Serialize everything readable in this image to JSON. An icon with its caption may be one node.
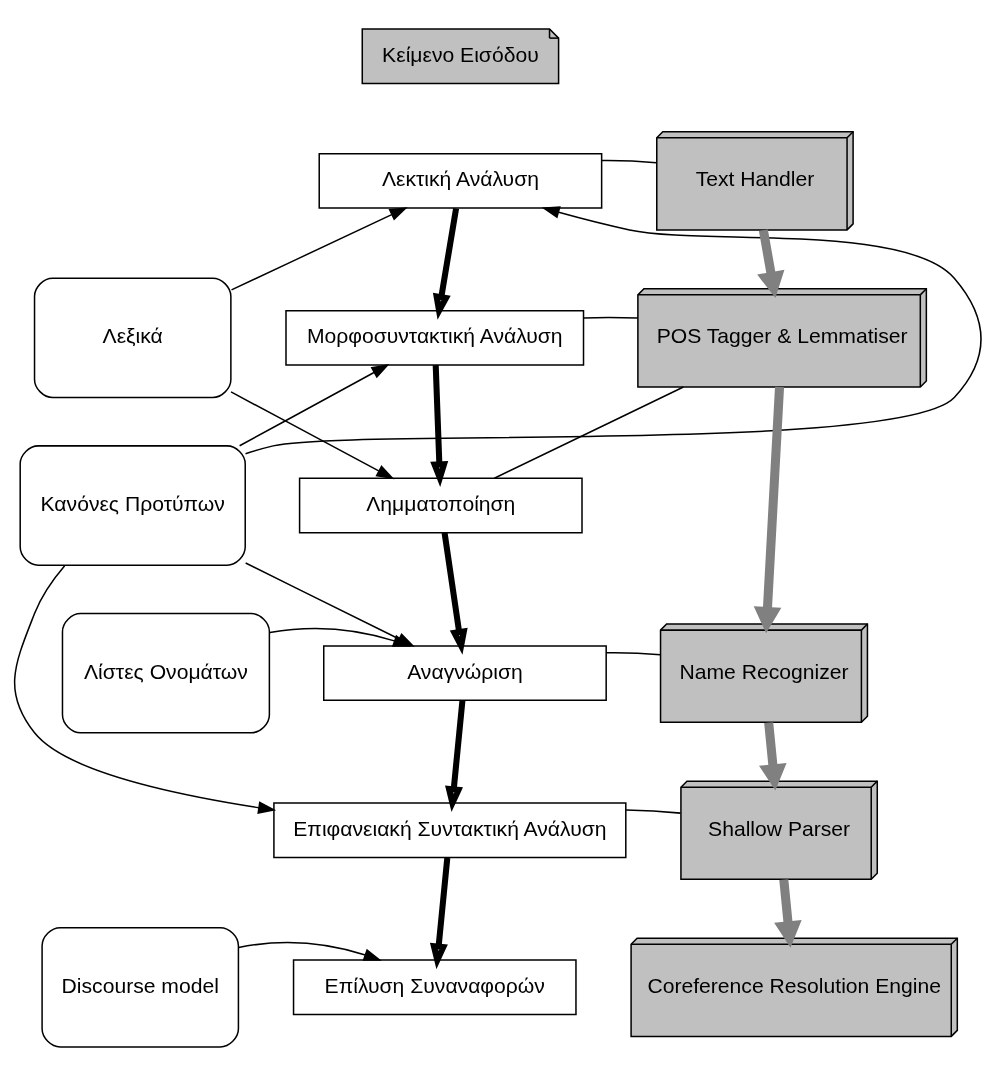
{
  "diagram": {
    "nodes": [
      {
        "text": [
          "Κείμενο Εισόδου"
        ]
      },
      {
        "text": [
          "Λεκτική Ανάλυση"
        ]
      },
      {
        "text": [
          "Μορφοσυντακτική Ανάλυση"
        ]
      },
      {
        "text": [
          "Λημματοποίηση"
        ]
      },
      {
        "text": [
          "Αναγνώριση"
        ]
      },
      {
        "text": [
          "Επιφανειακή Συντακτική Ανάλυση"
        ]
      },
      {
        "text": [
          "Επίλυση Συναναφορών"
        ]
      },
      {
        "text": [
          "Λεξικά"
        ]
      },
      {
        "text": [
          "Κανόνες Προτύπων"
        ]
      },
      {
        "text": [
          "Λίστες Ονομάτων"
        ]
      },
      {
        "text": [
          "Discourse model"
        ]
      },
      {
        "text": [
          "Text Handler"
        ]
      },
      {
        "text": [
          "POS Tagger & Lemmatiser"
        ]
      },
      {
        "text": [
          "Name Recognizer"
        ]
      },
      {
        "text": [
          "Shallow Parser"
        ]
      },
      {
        "text": [
          "Coreference Resolution Engine"
        ]
      }
    ],
    "edges": [
      {
        "from": 1,
        "to": 2,
        "arrow": "to",
        "style": "thick"
      },
      {
        "from": 2,
        "to": 3,
        "arrow": "to",
        "style": "thick"
      },
      {
        "from": 3,
        "to": 4,
        "arrow": "to",
        "style": "thick"
      },
      {
        "from": 4,
        "to": 5,
        "arrow": "to",
        "style": "thick"
      },
      {
        "from": 5,
        "to": 6,
        "arrow": "to",
        "style": "thick"
      },
      {
        "from": 11,
        "to": 12,
        "arrow": "to",
        "style": "thick",
        "color": "#808080"
      },
      {
        "from": 12,
        "to": 13,
        "arrow": "to",
        "style": "thick",
        "color": "#808080"
      },
      {
        "from": 13,
        "to": 14,
        "arrow": "to",
        "style": "thick",
        "color": "#808080"
      },
      {
        "from": 14,
        "to": 15,
        "arrow": "to",
        "style": "thick",
        "color": "#808080"
      },
      {
        "from": 1,
        "to": 11,
        "arrow": "none"
      },
      {
        "from": 2,
        "to": 12,
        "arrow": "none"
      },
      {
        "from": 3,
        "to": 12,
        "arrow": "none"
      },
      {
        "from": 4,
        "to": 13,
        "arrow": "none"
      },
      {
        "from": 5,
        "to": 14,
        "arrow": "none"
      },
      {
        "from": 7,
        "to": 1,
        "arrow": "to"
      },
      {
        "from": 7,
        "to": 3,
        "arrow": "to"
      },
      {
        "from": 8,
        "to": 1,
        "arrow": "to"
      },
      {
        "from": 8,
        "to": 2,
        "arrow": "to"
      },
      {
        "from": 8,
        "to": 4,
        "arrow": "to"
      },
      {
        "from": 8,
        "to": 5,
        "arrow": "to"
      },
      {
        "from": 9,
        "to": 4,
        "arrow": "to"
      },
      {
        "from": 10,
        "to": 6,
        "arrow": "to"
      }
    ]
  }
}
